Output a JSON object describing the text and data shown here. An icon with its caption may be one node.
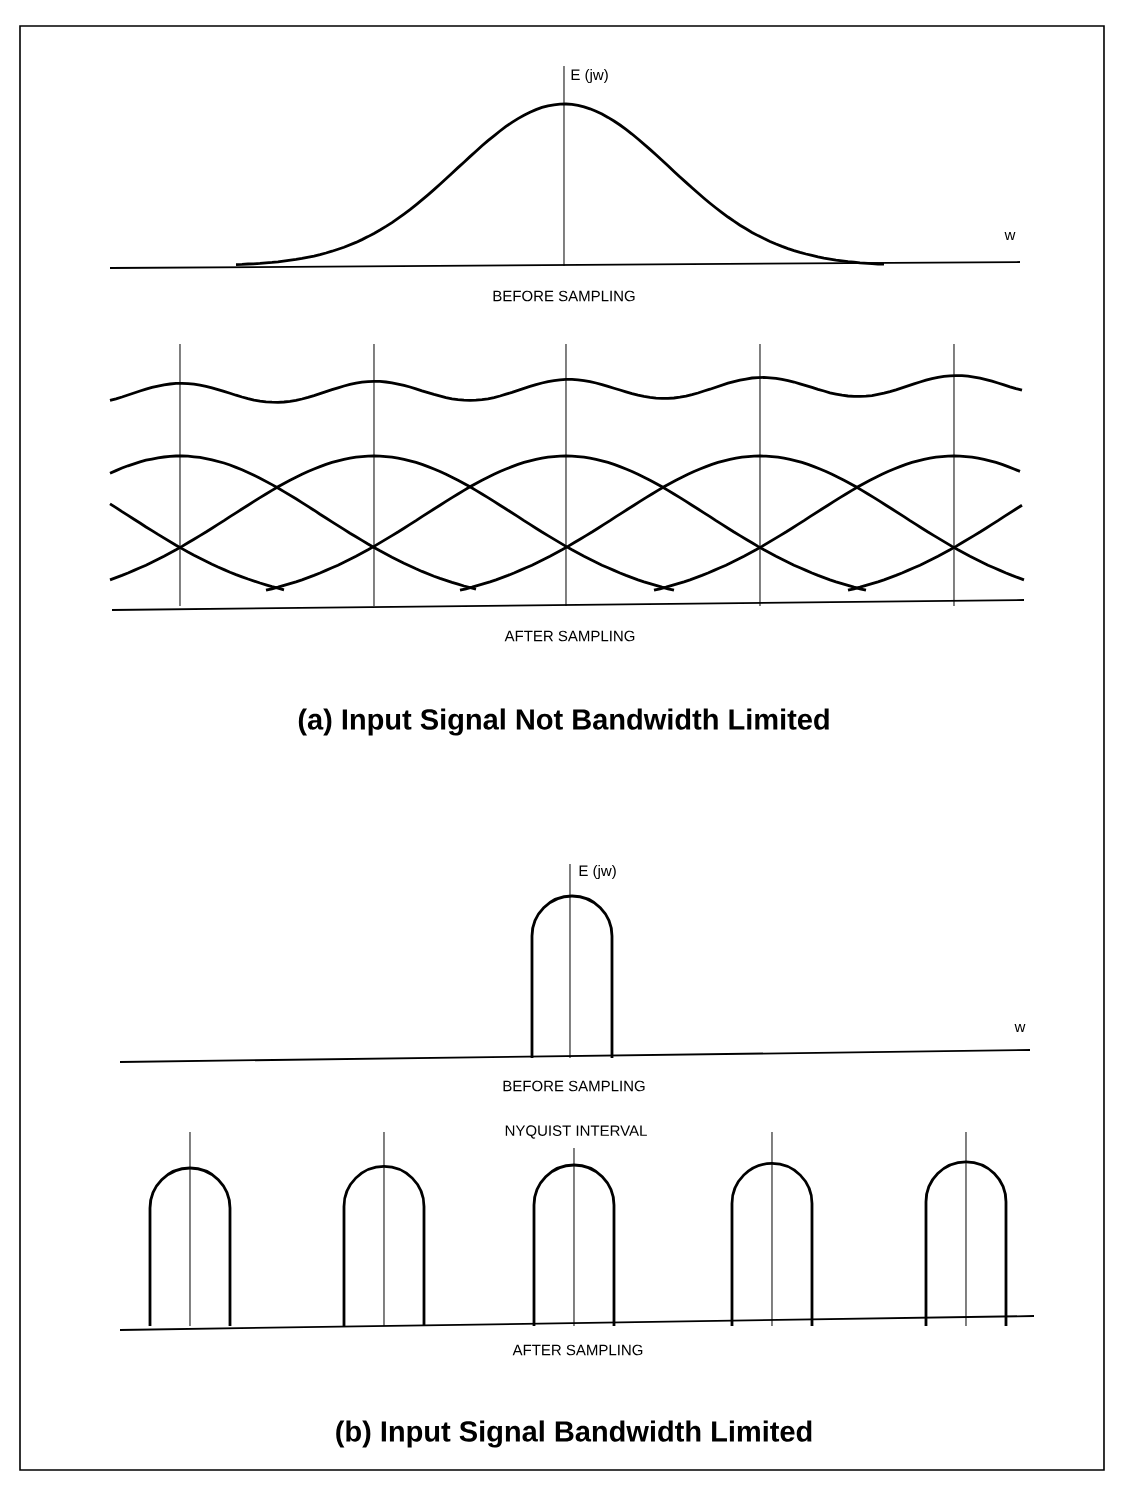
{
  "diagram": {
    "labels": [
      "E (jw)",
      "w",
      "BEFORE SAMPLING",
      "AFTER SAMPLING",
      "(a) Input Signal Not Bandwidth Limited",
      "E (jw)",
      "w",
      "BEFORE SAMPLING",
      "NYQUIST INTERVAL",
      "AFTER SAMPLING",
      "(b) Input Signal Bandwidth Limited"
    ]
  }
}
